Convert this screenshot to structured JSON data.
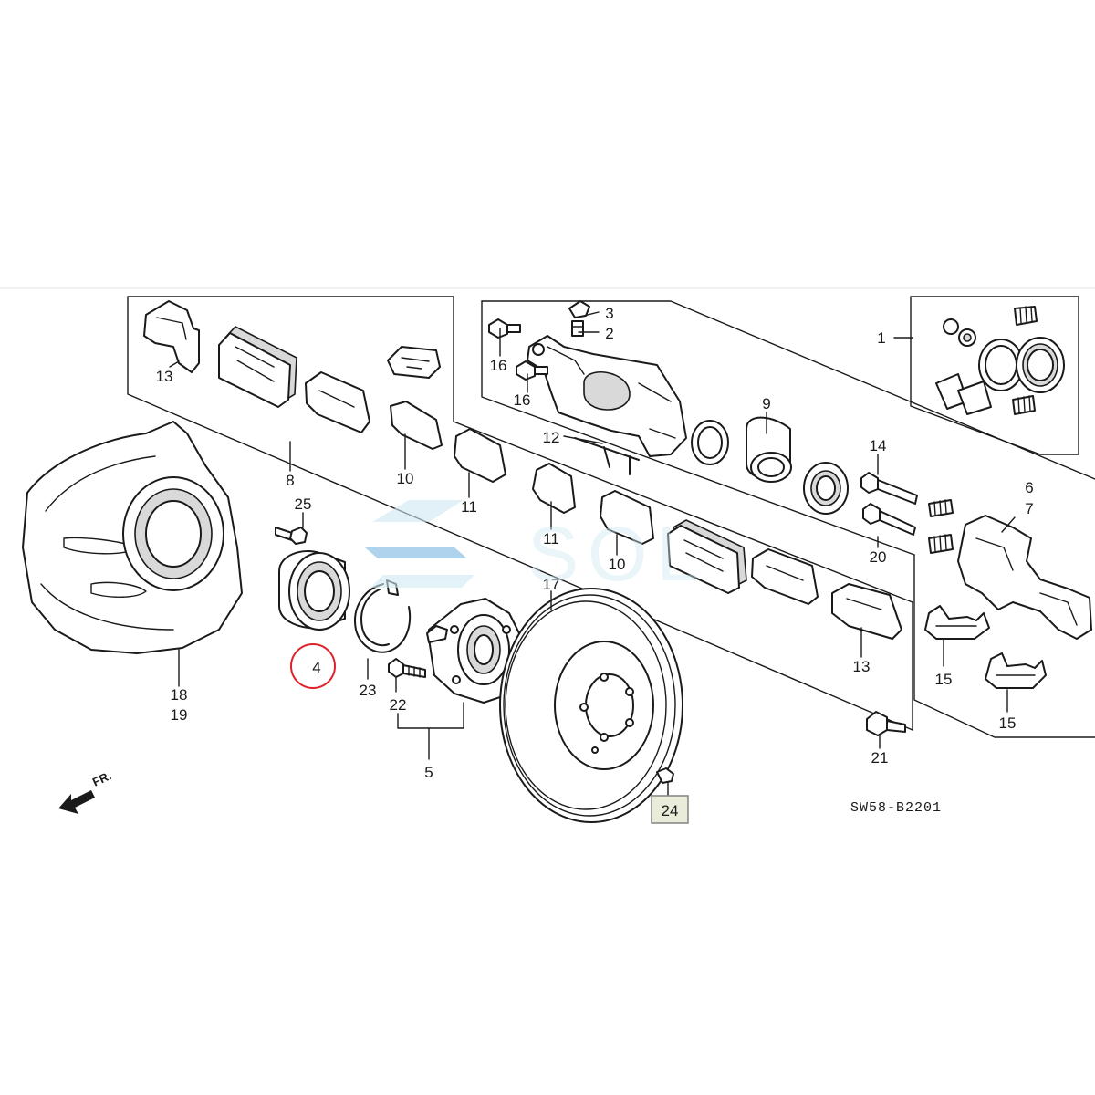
{
  "diagram_code": "SW58-B2201",
  "direction_label": "FR.",
  "watermark": "SOL",
  "highlight_color": "#e0202a",
  "callouts": {
    "c1": "1",
    "c2": "2",
    "c3": "3",
    "c4": "4",
    "c5": "5",
    "c6": "6",
    "c7": "7",
    "c8": "8",
    "c9": "9",
    "c10a": "10",
    "c10b": "10",
    "c11a": "11",
    "c11b": "11",
    "c12": "12",
    "c13a": "13",
    "c13b": "13",
    "c14": "14",
    "c15a": "15",
    "c15b": "15",
    "c16a": "16",
    "c16b": "16",
    "c17": "17",
    "c18": "18",
    "c19": "19",
    "c20": "20",
    "c21": "21",
    "c22": "22",
    "c23": "23",
    "c24": "24",
    "c25": "25"
  }
}
